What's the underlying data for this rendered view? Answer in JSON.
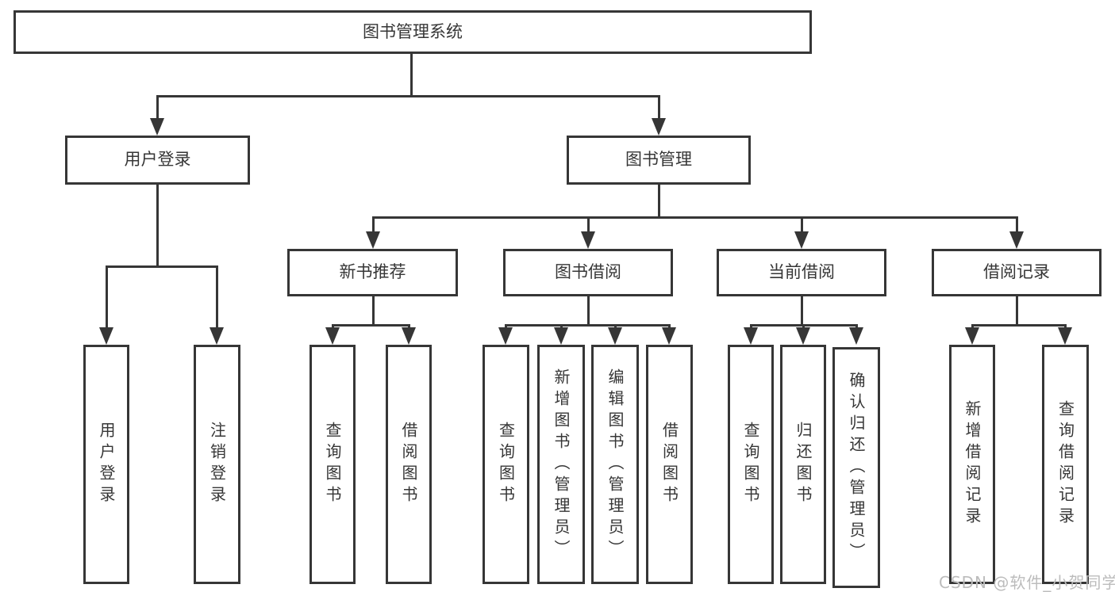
{
  "tree": {
    "root": {
      "label": "图书管理系统"
    },
    "children": [
      {
        "label": "用户登录",
        "children": [
          {
            "label": "用户登录"
          },
          {
            "label": "注销登录"
          }
        ]
      },
      {
        "label": "图书管理",
        "children": [
          {
            "label": "新书推荐",
            "children": [
              {
                "label": "查询图书"
              },
              {
                "label": "借阅图书"
              }
            ]
          },
          {
            "label": "图书借阅",
            "children": [
              {
                "label": "查询图书"
              },
              {
                "label": "新增图书（管理员）"
              },
              {
                "label": "编辑图书（管理员）"
              },
              {
                "label": "借阅图书"
              }
            ]
          },
          {
            "label": "当前借阅",
            "children": [
              {
                "label": "查询图书"
              },
              {
                "label": "归还图书"
              },
              {
                "label": "确认归还（管理员）"
              }
            ]
          },
          {
            "label": "借阅记录",
            "children": [
              {
                "label": "新增借阅记录"
              },
              {
                "label": "查询借阅记录"
              }
            ]
          }
        ]
      }
    ]
  },
  "watermark": {
    "text": "CSDN @软件_小贺同学"
  },
  "colors": {
    "line": "#363636",
    "text": "#363636",
    "background": "#ffffff",
    "watermark": "#bcbcbc"
  }
}
